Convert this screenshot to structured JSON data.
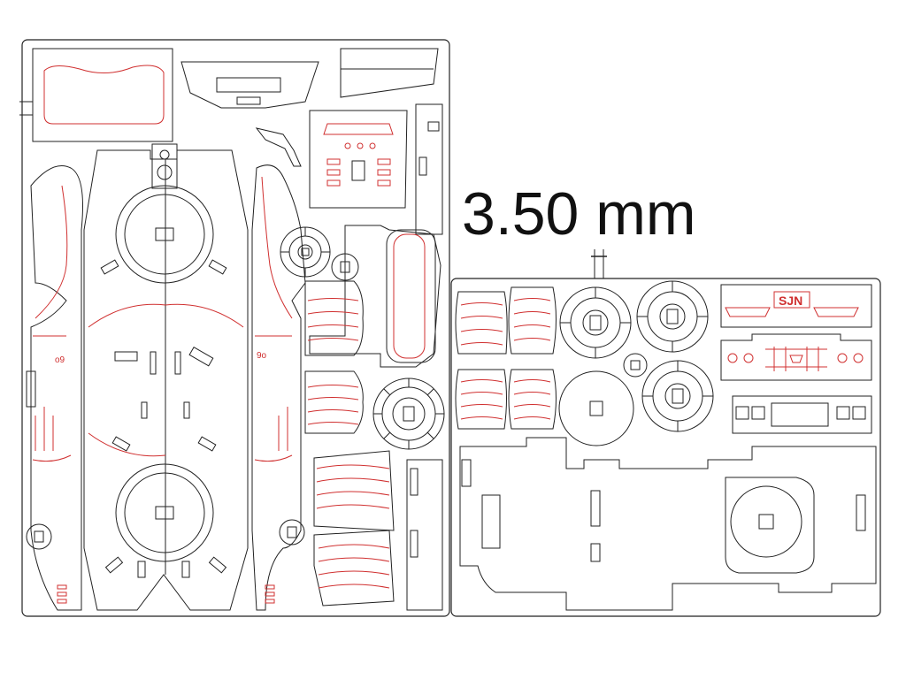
{
  "dimension_label": "3.50 mm",
  "plate_label": "SJN",
  "side_mark_left": "o9",
  "side_mark_right": "9o",
  "colors": {
    "cut_line": "#222222",
    "engrave_line": "#d03030",
    "background": "#ffffff"
  },
  "sheets": [
    {
      "name": "sheet-left"
    },
    {
      "name": "sheet-right"
    }
  ]
}
